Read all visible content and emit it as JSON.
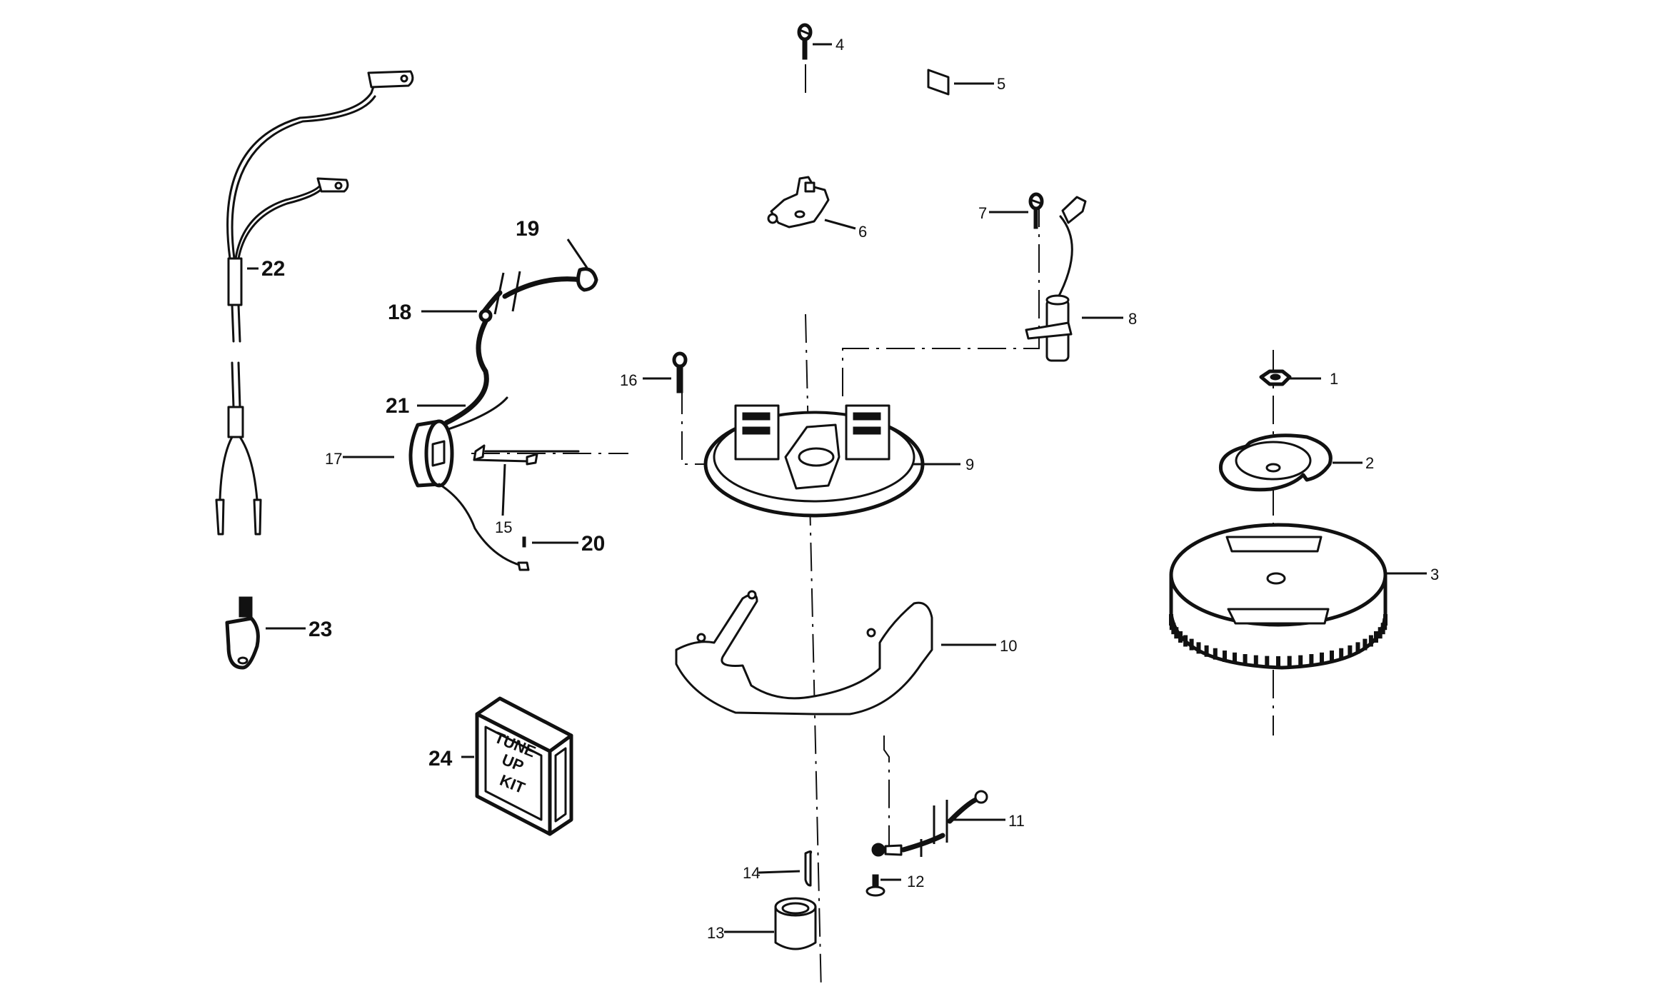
{
  "diagram": {
    "type": "exploded-parts-diagram",
    "subject": "ignition / magneto assembly",
    "colors": {
      "ink": "#111111",
      "paper": "#ffffff"
    },
    "callouts": [
      {
        "id": "1",
        "label": "1",
        "part": "flywheel nut"
      },
      {
        "id": "2",
        "label": "2",
        "part": "starter cup / washer"
      },
      {
        "id": "3",
        "label": "3",
        "part": "flywheel"
      },
      {
        "id": "4",
        "label": "4",
        "part": "screw"
      },
      {
        "id": "5",
        "label": "5",
        "part": "cam wiper felt"
      },
      {
        "id": "6",
        "label": "6",
        "part": "breaker points"
      },
      {
        "id": "7",
        "label": "7",
        "part": "screw"
      },
      {
        "id": "8",
        "label": "8",
        "part": "condenser"
      },
      {
        "id": "9",
        "label": "9",
        "part": "armature plate"
      },
      {
        "id": "10",
        "label": "10",
        "part": "retainer plate"
      },
      {
        "id": "11",
        "label": "11",
        "part": "ground wire"
      },
      {
        "id": "12",
        "label": "12",
        "part": "screw"
      },
      {
        "id": "13",
        "label": "13",
        "part": "cam"
      },
      {
        "id": "14",
        "label": "14",
        "part": "key"
      },
      {
        "id": "15",
        "label": "15",
        "part": "wedge"
      },
      {
        "id": "16",
        "label": "16",
        "part": "screw"
      },
      {
        "id": "17",
        "label": "17",
        "part": "coil"
      },
      {
        "id": "18",
        "label": "18",
        "part": "clip"
      },
      {
        "id": "19",
        "label": "19",
        "part": "spark plug boot"
      },
      {
        "id": "20",
        "label": "20",
        "part": "coil lead terminal"
      },
      {
        "id": "21",
        "label": "21",
        "part": "coil lead"
      },
      {
        "id": "22",
        "label": "22",
        "part": "wire harness"
      },
      {
        "id": "23",
        "label": "23",
        "part": "spark plug"
      },
      {
        "id": "24",
        "label": "24",
        "part": "tune-up kit"
      }
    ],
    "kit_text": [
      "TUNE",
      "UP",
      "KIT"
    ]
  }
}
